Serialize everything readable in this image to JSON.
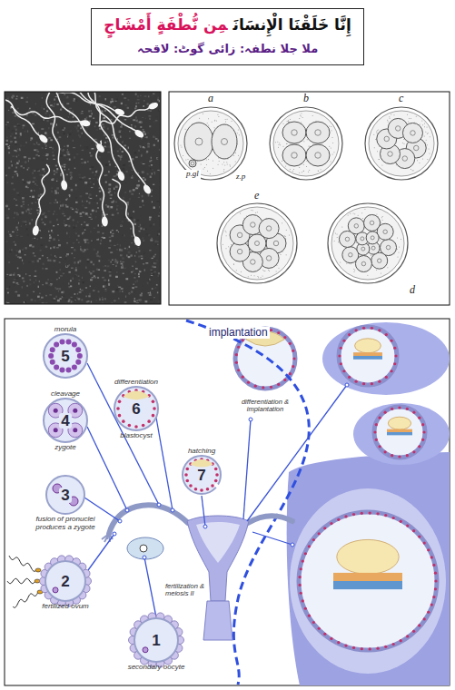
{
  "diagram": {
    "nodes": [
      {
        "text": [
          "إِنَّا خَلَقْنَا الْإِنسَانَ",
          "مِن نُّطْفَةٍ أَمْشَاجٍ",
          "ملا جلا نطفہ: زائی گوٹ: لاقحہ"
        ]
      },
      {
        "text": [
          "1",
          "secondary oocyte"
        ]
      },
      {
        "text": [
          "2",
          "fertilized ovum"
        ]
      },
      {
        "text": [
          "3",
          "fusion of pronuclei produces a zygote"
        ]
      },
      {
        "text": [
          "cleavage",
          "4",
          "zygote"
        ]
      },
      {
        "text": [
          "morula",
          "5"
        ]
      },
      {
        "text": [
          "differentiation",
          "6",
          "blastocyst"
        ]
      },
      {
        "text": [
          "hatching",
          "7"
        ]
      }
    ],
    "labels": [
      "a",
      "b",
      "c",
      "e",
      "d",
      "p.gl",
      "z.p",
      "implantation",
      "fertilization & meiosis II",
      "differentiation & implantation"
    ]
  }
}
